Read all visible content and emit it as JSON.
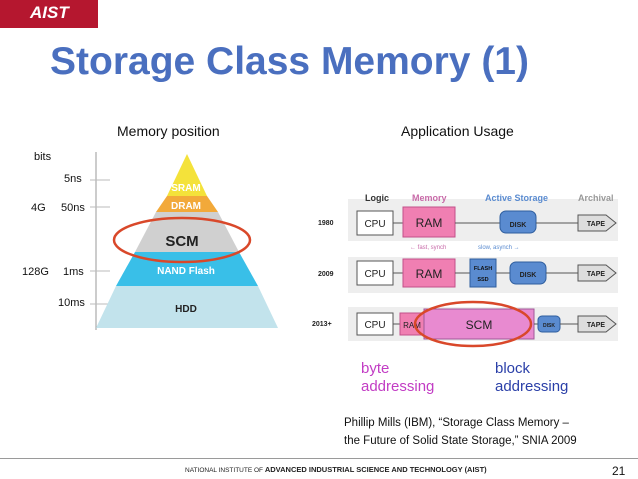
{
  "logo": {
    "text": "AIST"
  },
  "title": "Storage Class Memory (1)",
  "left_panel": {
    "heading": "Memory position",
    "axis_label": "bits",
    "latencies": [
      "5ns",
      "50ns",
      "1ms",
      "10ms"
    ],
    "capacities": [
      "4G",
      "128G"
    ],
    "layers": [
      "SRAM",
      "DRAM",
      "SCM",
      "NAND Flash",
      "HDD"
    ]
  },
  "right_panel": {
    "heading": "Application Usage",
    "column_headers": [
      "Logic",
      "Memory",
      "Active Storage",
      "Archival"
    ],
    "years": [
      "1980",
      "2009",
      "2013+"
    ],
    "row1": {
      "cpu": "CPU",
      "ram": "RAM",
      "disk": "DISK",
      "tape": "TAPE",
      "fast_note": "← fast, synch",
      "slow_note": "slow, asynch →"
    },
    "row2": {
      "cpu": "CPU",
      "ram": "RAM",
      "flash": "FLASH",
      "ssd": "SSD",
      "disk": "DISK",
      "tape": "TAPE"
    },
    "row3": {
      "cpu": "CPU",
      "ram": "RAM",
      "scm": "SCM",
      "disk": "DISK",
      "tape": "TAPE"
    },
    "byte_label_1": "byte",
    "byte_label_2": "addressing",
    "block_label_1": "block",
    "block_label_2": "addressing"
  },
  "citation": {
    "line1": "Phillip Mills (IBM), “Storage Class Memory –",
    "line2": "the Future of Solid State Storage,” SNIA 2009"
  },
  "footer": {
    "prefix": "NATIONAL INSTITUTE OF",
    "institute": "ADVANCED INDUSTRIAL SCIENCE AND TECHNOLOGY (AIST)",
    "page": "21"
  },
  "colors": {
    "title": "#4a6fbf",
    "byte": "#c23cc4",
    "block": "#2a3fa8",
    "highlight": "#d9482a"
  }
}
